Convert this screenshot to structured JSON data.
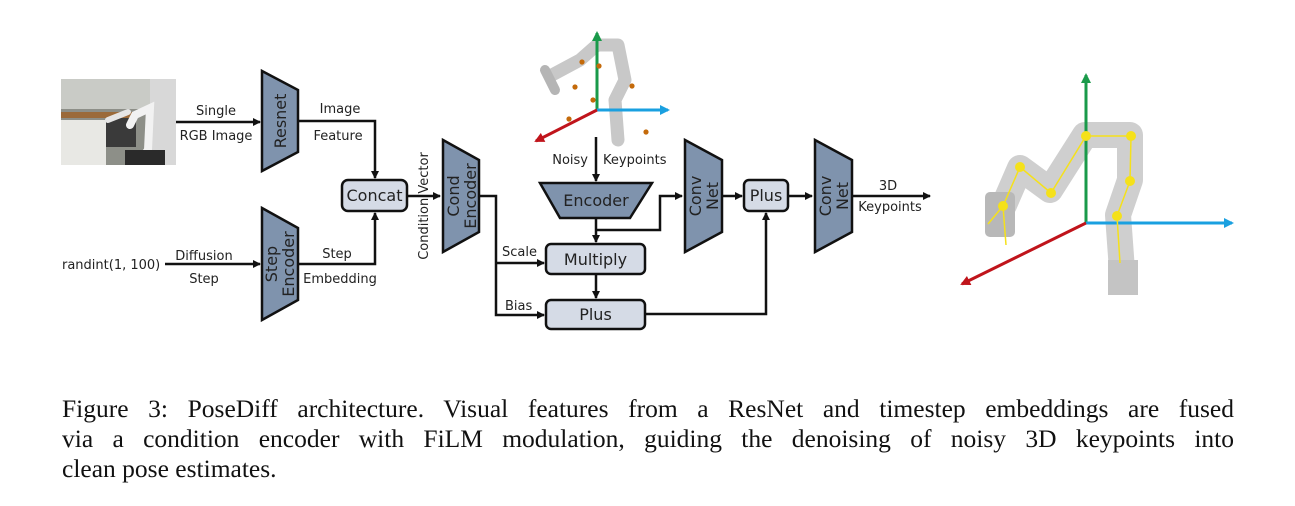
{
  "diagram": {
    "input_image_label": [
      "Single",
      "RGB Image"
    ],
    "resnet_label": "Resnet",
    "image_feature_label": [
      "Image",
      "Feature"
    ],
    "step_input": "randint(1, 100)",
    "diffusion_step_label": [
      "Diffusion",
      "Step"
    ],
    "step_encoder_label": [
      "Step",
      "Encoder"
    ],
    "step_embedding_label": [
      "Step",
      "Embedding"
    ],
    "concat_label": "Concat",
    "condition_vector_label": "Condition Vector",
    "cond_encoder_label": [
      "Cond",
      "Encoder"
    ],
    "scale_label": "Scale",
    "bias_label": "Bias",
    "noisy_keypoints_label": [
      "Noisy",
      "Keypoints"
    ],
    "encoder_label": "Encoder",
    "multiply_label": "Multiply",
    "plus_label": "Plus",
    "conv_net_label": [
      "Conv",
      "Net"
    ],
    "output_label": [
      "3D",
      "Keypoints"
    ],
    "colors": {
      "block_fill": "#7f93ad",
      "box_fill": "#d5dbe6",
      "axis_x": "#c0141b",
      "axis_y": "#1a9a4a",
      "axis_z": "#1aa0e0",
      "noisy_point": "#c46a0a",
      "keypoint": "#f5e11a"
    }
  },
  "caption": {
    "lines": [
      "Figure 3: PoseDiff architecture. Visual features from a ResNet and timestep embeddings are fused",
      "via a condition encoder with FiLM modulation, guiding the denoising of noisy 3D keypoints into",
      "clean pose estimates."
    ]
  }
}
